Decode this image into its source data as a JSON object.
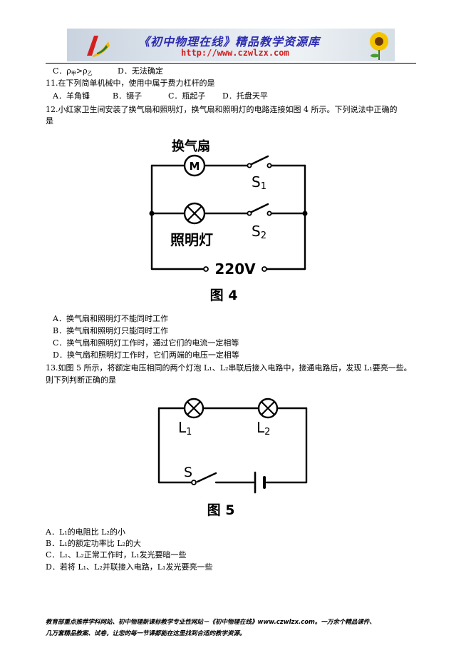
{
  "banner": {
    "title": "《初中物理在线》精品教学资源库",
    "url": "http://www.czwlzx.com"
  },
  "top_line": {
    "c_prefix": "C．ρ",
    "c_sub1": "甲",
    "c_mid": ">ρ",
    "c_sub2": "乙",
    "d_text": "D．无法确定"
  },
  "q11": {
    "stem": "11.在下列简单机械中，使用中属于费力杠杆的是",
    "options": [
      "A．羊角锤",
      "B．镊子",
      "C．瓶起子",
      "D．托盘天平"
    ]
  },
  "q12": {
    "stem_line1": "12.小红家卫生间安装了换气扇和照明灯，换气扇和照明灯的电路连接如图 4 所示。下列说法中正确的",
    "stem_line2": "是",
    "figure": {
      "fan_label": "换气扇",
      "motor_symbol": "M",
      "switch1": "S",
      "switch1_sub": "1",
      "switch2": "S",
      "switch2_sub": "2",
      "lamp_label": "照明灯",
      "voltage": "220V",
      "caption": "图 4"
    },
    "options": [
      "A．换气扇和照明灯不能同时工作",
      "B．换气扇和照明灯只能同时工作",
      "C．换气扇和照明灯工作时，通过它们的电流一定相等",
      "D．换气扇和照明灯工作时，它们两端的电压一定相等"
    ]
  },
  "q13": {
    "stem_line1": "13.如图 5 所示，将额定电压相同的两个灯泡 L₁、L₂串联后接入电路中，接通电路后，发现 L₁要亮一些。",
    "stem_line2": "则下列判断正确的是",
    "figure": {
      "lamp1": "L",
      "lamp1_sub": "1",
      "lamp2": "L",
      "lamp2_sub": "2",
      "switch": "S",
      "caption": "图 5"
    },
    "options": [
      "A．L₁的电阻比 L₂的小",
      "B．L₁的额定功率比 L₂的大",
      "C．L₁、L₂正常工作时，L₁发光要暗一些",
      "D．若将 L₁、L₂并联接入电路，L₁发光要亮一些"
    ]
  },
  "footer": {
    "line1": "教育部重点推荐学科网站、初中物理新课标教学专业性网站－《初中物理在线》www.czwlzx.com。一万余个精品课件、",
    "line2": "几万套精品教案、试卷，让您的每一节课都能在这里找到合适的教学资源。"
  },
  "colors": {
    "banner_title": "#2b2bb0",
    "banner_url": "#d02020",
    "ink": "#000000"
  }
}
